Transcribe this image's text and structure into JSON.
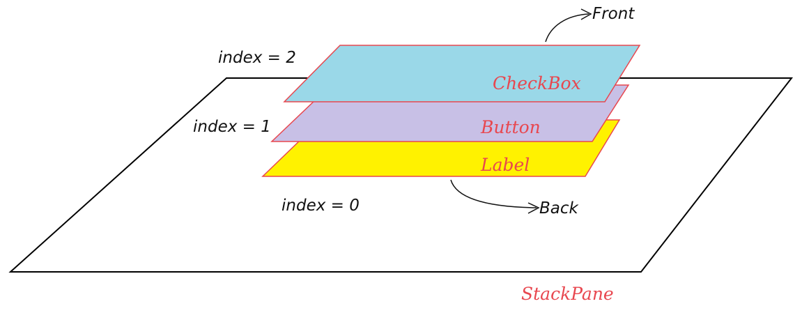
{
  "pane": {
    "name": "StackPane",
    "outline_color": "#000000",
    "label_color": "#e8474f"
  },
  "layers": [
    {
      "index_label": "index = 2",
      "name": "CheckBox",
      "fill": "#9ad8e8"
    },
    {
      "index_label": "index = 1",
      "name": "Button",
      "fill": "#c8c0e6"
    },
    {
      "index_label": "index = 0",
      "name": "Label",
      "fill": "#fff200"
    }
  ],
  "directions": {
    "front": "Front",
    "back": "Back"
  },
  "colors": {
    "layer_label": "#e8474f",
    "layer_border": "#e8474f",
    "arrow": "#111111"
  }
}
